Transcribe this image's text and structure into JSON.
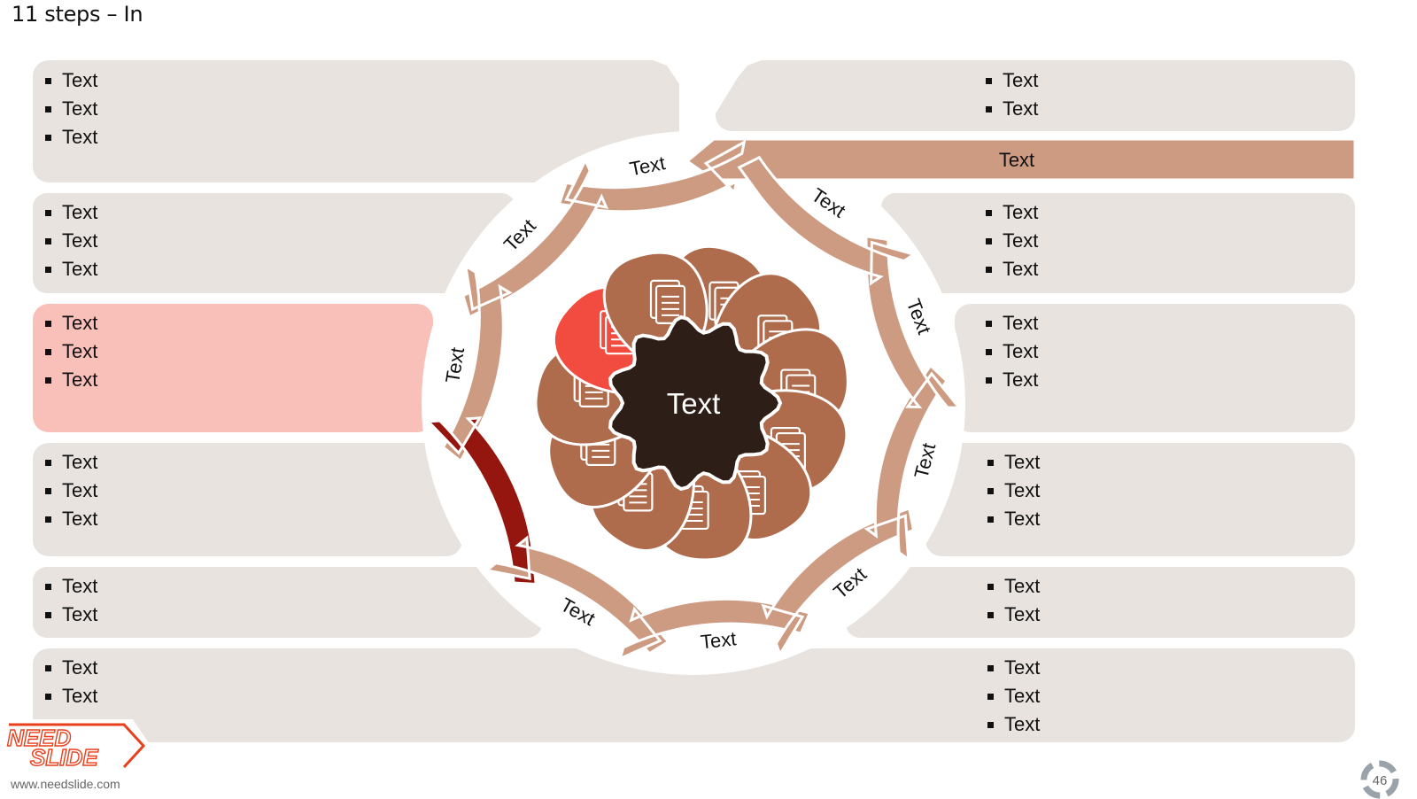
{
  "title": "11 steps – In",
  "center_label": "Text",
  "top_banner_label": "Text",
  "arrow_labels": [
    "Text",
    "Text",
    "Text",
    "Text",
    "Text",
    "Text",
    "Text",
    "Text",
    "Text",
    "Text"
  ],
  "left_panels": [
    {
      "items": [
        "Text",
        "Text",
        "Text"
      ]
    },
    {
      "items": [
        "Text",
        "Text",
        "Text"
      ]
    },
    {
      "items": [
        "Text",
        "Text",
        "Text"
      ],
      "active": true
    },
    {
      "items": [
        "Text",
        "Text",
        "Text"
      ]
    },
    {
      "items": [
        "Text",
        "Text"
      ]
    },
    {
      "items": [
        "Text",
        "Text"
      ]
    }
  ],
  "right_panels": [
    {
      "items": [
        "Text",
        "Text"
      ]
    },
    {
      "items": [
        "Text",
        "Text",
        "Text"
      ]
    },
    {
      "items": [
        "Text",
        "Text",
        "Text"
      ]
    },
    {
      "items": [
        "Text",
        "Text",
        "Text"
      ]
    },
    {
      "items": [
        "Text",
        "Text"
      ]
    },
    {
      "items": [
        "Text",
        "Text",
        "Text"
      ]
    }
  ],
  "petal_icons": [
    "checklist-upload-icon",
    "badge-check-icon",
    "documents-clock-icon",
    "checklist-document-icon",
    "report-chart-icon",
    "documents-list-icon",
    "bar-chart-trend-icon",
    "checklist-download-icon",
    "documents-stack-icon",
    "report-pie-icon",
    "calculator-icon"
  ],
  "colors": {
    "panel": "#e8e3df",
    "panel_active": "#f9c0b9",
    "arrow": "#cc9b82",
    "arrow_active": "#95160f",
    "petal": "#ae6c4d",
    "petal_active": "#f24b3f",
    "center": "#2e1e18"
  },
  "logo": {
    "line1": "NEED",
    "line2": "SLIDE"
  },
  "website": "www.needslide.com",
  "page_number": "46"
}
